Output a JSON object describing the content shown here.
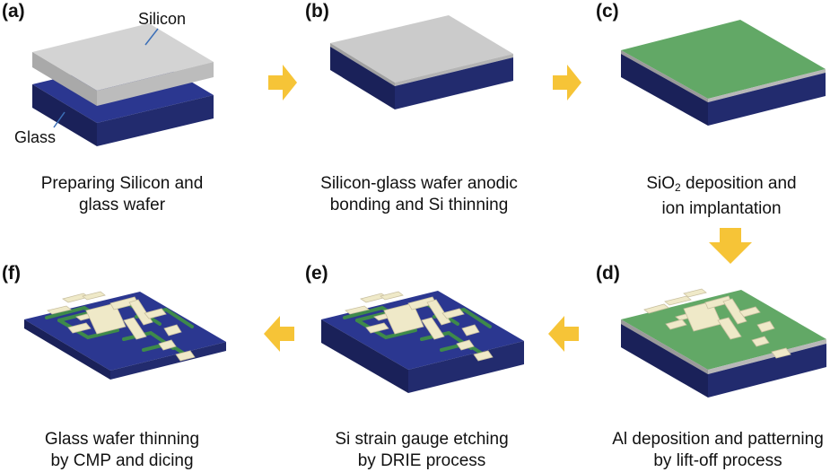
{
  "colors": {
    "silicon_top": "#cfcfcf",
    "glass_top": "#2b3790",
    "glass_front": "#1f2763",
    "oxide_green": "#63a866",
    "metal_pad": "#efe9c8",
    "arrow": "#f6c437",
    "pointer": "#3c6fb7"
  },
  "icons": {
    "process_arrow": "yellow-block-arrow",
    "leader": "blue-pointer-line"
  },
  "panels": {
    "a": {
      "tag": "(a)",
      "caption": [
        "Preparing Silicon and",
        "glass wafer"
      ],
      "note_silicon": "Silicon",
      "note_glass": "Glass"
    },
    "b": {
      "tag": "(b)",
      "caption": [
        "Silicon-glass wafer anodic",
        "bonding and Si thinning"
      ]
    },
    "c": {
      "tag": "(c)",
      "caption_sub_base": "SiO",
      "caption_sub": "2",
      "caption_rest": " deposition and",
      "caption2": "ion implantation"
    },
    "d": {
      "tag": "(d)",
      "caption": [
        "Al deposition and patterning",
        "by lift-off process"
      ]
    },
    "e": {
      "tag": "(e)",
      "caption": [
        "Si strain gauge etching",
        "by DRIE process"
      ]
    },
    "f": {
      "tag": "(f)",
      "caption": [
        "Glass wafer thinning",
        "by CMP and dicing"
      ]
    }
  }
}
